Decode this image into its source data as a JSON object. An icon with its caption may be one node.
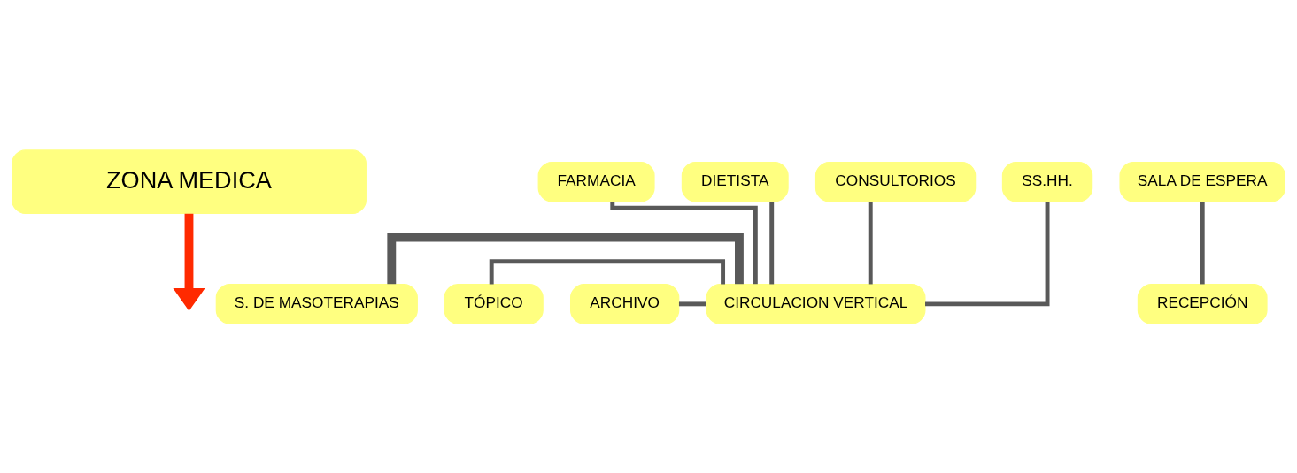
{
  "diagram": {
    "nodes": [
      {
        "text": [
          "ZONA MEDICA"
        ]
      },
      {
        "text": [
          "FARMACIA"
        ]
      },
      {
        "text": [
          "DIETISTA"
        ]
      },
      {
        "text": [
          "SALA DE ESPERA"
        ]
      },
      {
        "text": [
          "CONSULTORIOS"
        ]
      },
      {
        "text": [
          "SS.HH."
        ]
      },
      {
        "text": [
          "S. DE MASOTERAPIAS"
        ]
      },
      {
        "text": [
          "CIRCULACION VERTICAL"
        ]
      },
      {
        "text": [
          "TÓPICO"
        ]
      },
      {
        "text": [
          "ARCHIVO"
        ]
      },
      {
        "text": [
          "RECEPCIÓN"
        ]
      }
    ],
    "edges": [
      {
        "from": 0,
        "to": null,
        "arrow": "to",
        "style": "thick",
        "color": "#ff2a00"
      },
      {
        "from": 1,
        "to": 7,
        "arrow": "none"
      },
      {
        "from": 2,
        "to": 7,
        "arrow": "none"
      },
      {
        "from": 4,
        "to": 7,
        "arrow": "none"
      },
      {
        "from": 5,
        "to": 7,
        "arrow": "none"
      },
      {
        "from": 8,
        "to": 7,
        "arrow": "none"
      },
      {
        "from": 9,
        "to": 7,
        "arrow": "none"
      },
      {
        "from": 3,
        "to": 10,
        "arrow": "none"
      },
      {
        "from": 6,
        "to": 7,
        "arrow": "none",
        "style": "thick"
      }
    ]
  }
}
